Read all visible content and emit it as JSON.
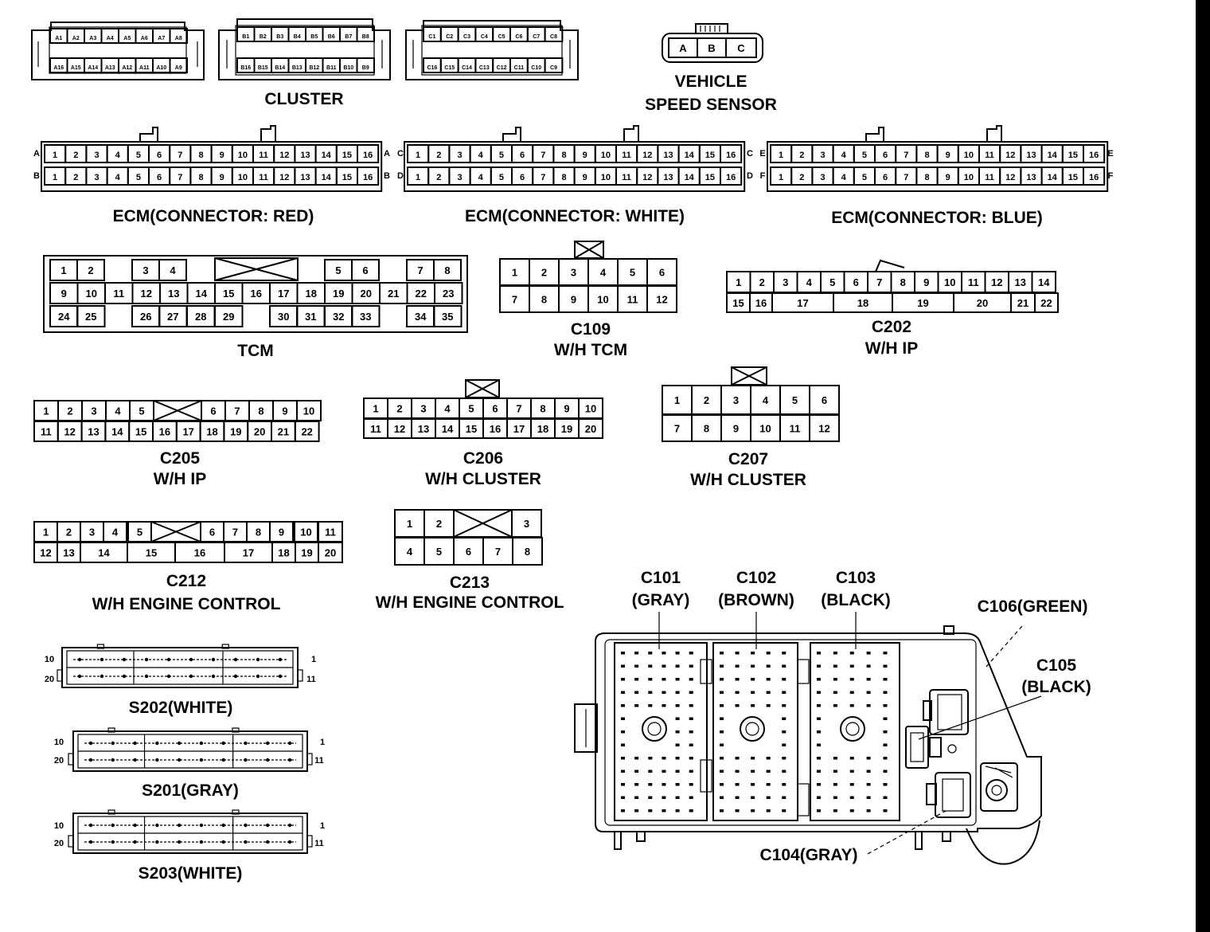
{
  "captions": {
    "cluster": "CLUSTER",
    "vss_line1": "VEHICLE",
    "vss_line2": "SPEED SENSOR",
    "ecm_red": "ECM(CONNECTOR: RED)",
    "ecm_white": "ECM(CONNECTOR: WHITE)",
    "ecm_blue": "ECM(CONNECTOR: BLUE)",
    "tcm": "TCM",
    "c109_a": "C109",
    "c109_b": "W/H TCM",
    "c202_a": "C202",
    "c202_b": "W/H IP",
    "c205_a": "C205",
    "c205_b": "W/H IP",
    "c206_a": "C206",
    "c206_b": "W/H CLUSTER",
    "c207_a": "C207",
    "c207_b": "W/H CLUSTER",
    "c212_a": "C212",
    "c212_b": "W/H ENGINE CONTROL",
    "c213_a": "C213",
    "c213_b": "W/H ENGINE CONTROL",
    "s202": "S202(WHITE)",
    "s201": "S201(GRAY)",
    "s203": "S203(WHITE)",
    "c101_a": "C101",
    "c101_b": "(GRAY)",
    "c102_a": "C102",
    "c102_b": "(BROWN)",
    "c103_a": "C103",
    "c103_b": "(BLACK)",
    "c106": "C106(GREEN)",
    "c105_a": "C105",
    "c105_b": "(BLACK)",
    "c104": "C104(GRAY)"
  },
  "cluster": {
    "a_top": [
      "A1",
      "A2",
      "A3",
      "A4",
      "A5",
      "A6",
      "A7",
      "A8"
    ],
    "a_bot": [
      "A16",
      "A15",
      "A14",
      "A13",
      "A12",
      "A11",
      "A10",
      "A9"
    ],
    "b_top": [
      "B1",
      "B2",
      "B3",
      "B4",
      "B5",
      "B6",
      "B7",
      "B8"
    ],
    "b_bot": [
      "B16",
      "B15",
      "B14",
      "B13",
      "B12",
      "B11",
      "B10",
      "B9"
    ],
    "c_top": [
      "C1",
      "C2",
      "C3",
      "C4",
      "C5",
      "C6",
      "C7",
      "C8"
    ],
    "c_bot": [
      "C16",
      "C15",
      "C14",
      "C13",
      "C12",
      "C11",
      "C10",
      "C9"
    ]
  },
  "vss_pins": [
    "A",
    "B",
    "C"
  ],
  "ecm": {
    "pins": [
      "1",
      "2",
      "3",
      "4",
      "5",
      "6",
      "7",
      "8",
      "9",
      "10",
      "11",
      "12",
      "13",
      "14",
      "15",
      "16"
    ],
    "red_rows": [
      "A",
      "B"
    ],
    "white_rows": [
      "C",
      "D"
    ],
    "blue_rows": [
      "E",
      "F"
    ]
  },
  "tcm": {
    "row1": [
      "1",
      "2",
      "3",
      "4",
      "5",
      "6",
      "7",
      "8"
    ],
    "row2": [
      "9",
      "10",
      "11",
      "12",
      "13",
      "14",
      "15",
      "16",
      "17",
      "18",
      "19",
      "20",
      "21",
      "22",
      "23"
    ],
    "row3": [
      "24",
      "25",
      "26",
      "27",
      "28",
      "29",
      "30",
      "31",
      "32",
      "33",
      "34",
      "35"
    ]
  },
  "c109": {
    "row1": [
      "1",
      "2",
      "3",
      "4",
      "5",
      "6"
    ],
    "row2": [
      "7",
      "8",
      "9",
      "10",
      "11",
      "12"
    ]
  },
  "c202": {
    "row1": [
      "1",
      "2",
      "3",
      "4",
      "5",
      "6",
      "7",
      "8",
      "9",
      "10",
      "11",
      "12",
      "13",
      "14"
    ],
    "row2": [
      "15",
      "16",
      "17",
      "18",
      "19",
      "20",
      "21",
      "22"
    ]
  },
  "c205": {
    "row1": [
      "1",
      "2",
      "3",
      "4",
      "5",
      "6",
      "7",
      "8",
      "9",
      "10"
    ],
    "row2": [
      "11",
      "12",
      "13",
      "14",
      "15",
      "16",
      "17",
      "18",
      "19",
      "20",
      "21",
      "22"
    ]
  },
  "c206": {
    "row1": [
      "1",
      "2",
      "3",
      "4",
      "5",
      "6",
      "7",
      "8",
      "9",
      "10"
    ],
    "row2": [
      "11",
      "12",
      "13",
      "14",
      "15",
      "16",
      "17",
      "18",
      "19",
      "20"
    ]
  },
  "c207": {
    "row1": [
      "1",
      "2",
      "3",
      "4",
      "5",
      "6"
    ],
    "row2": [
      "7",
      "8",
      "9",
      "10",
      "11",
      "12"
    ]
  },
  "c212": {
    "row1": [
      "1",
      "2",
      "3",
      "4",
      "5",
      "6",
      "7",
      "8",
      "9",
      "10",
      "11"
    ],
    "row2": [
      "12",
      "13",
      "14",
      "15",
      "16",
      "17",
      "18",
      "19",
      "20"
    ]
  },
  "c213": {
    "row1": [
      "1",
      "2",
      "3"
    ],
    "row2": [
      "4",
      "5",
      "6",
      "7",
      "8"
    ]
  },
  "splice": {
    "top_left": "10",
    "bot_left": "20",
    "top_right": "1",
    "bot_right": "11"
  }
}
